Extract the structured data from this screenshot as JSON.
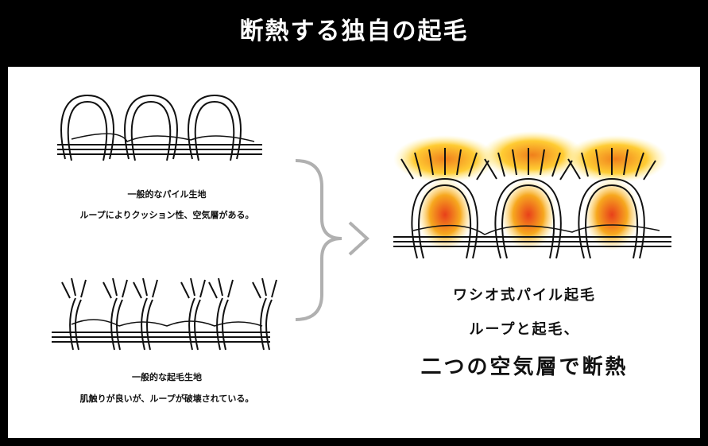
{
  "title": "断熱する独自の起毛",
  "pile": {
    "name": "一般的なパイル生地",
    "desc": "ループによりクッション性、空気層がある。"
  },
  "brushed": {
    "name": "一般的な起毛生地",
    "desc": "肌触りが良いが、ループが破壊されている。"
  },
  "washio": {
    "name": "ワシオ式パイル起毛",
    "desc1": "ループと起毛、",
    "desc2": "二つの空気層で断熱"
  },
  "colors": {
    "glow_inner": "#e8401a",
    "glow_outer": "#ffd23a",
    "frame": "#000000",
    "arrow": "#b0b0b0"
  }
}
